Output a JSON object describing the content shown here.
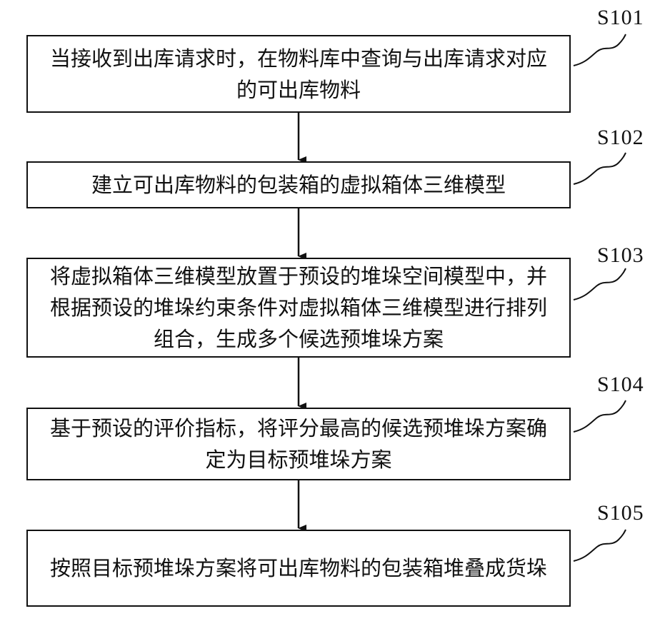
{
  "steps": [
    {
      "id": "S101",
      "text": "当接收到出库请求时，在物料库中查询与出库请求对应的可出库物料"
    },
    {
      "id": "S102",
      "text": "建立可出库物料的包装箱的虚拟箱体三维模型"
    },
    {
      "id": "S103",
      "text": "将虚拟箱体三维模型放置于预设的堆垛空间模型中，并根据预设的堆垛约束条件对虚拟箱体三维模型进行排列组合，生成多个候选预堆垛方案"
    },
    {
      "id": "S104",
      "text": "基于预设的评价指标，将评分最高的候选预堆垛方案确定为目标预堆垛方案"
    },
    {
      "id": "S105",
      "text": "按照目标预堆垛方案将可出库物料的包装箱堆叠成货垛"
    }
  ]
}
